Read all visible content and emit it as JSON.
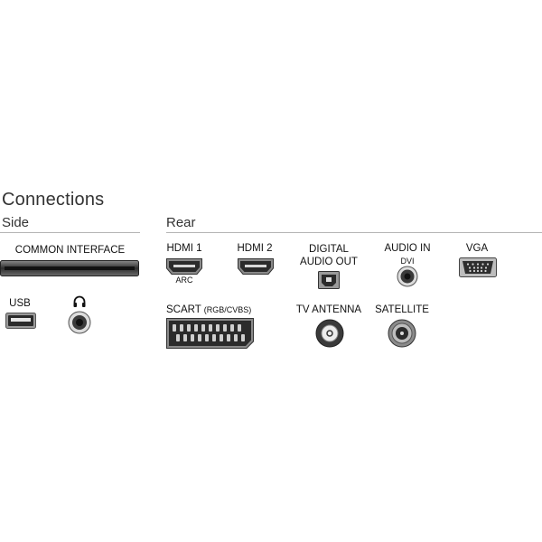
{
  "title": "Connections",
  "sections": {
    "side": "Side",
    "rear": "Rear"
  },
  "ports": {
    "common_interface": {
      "label": "COMMON INTERFACE"
    },
    "usb": {
      "label": "USB"
    },
    "headphones": {
      "label": "",
      "icon": "headphones-icon"
    },
    "hdmi1": {
      "label": "HDMI 1",
      "sub": "ARC"
    },
    "hdmi2": {
      "label": "HDMI 2"
    },
    "digital_audio_out": {
      "label_line1": "DIGITAL",
      "label_line2": "AUDIO OUT"
    },
    "audio_in": {
      "label": "AUDIO IN",
      "sub": "DVI"
    },
    "vga": {
      "label": "VGA"
    },
    "scart": {
      "label": "SCART",
      "sub": "(RGB/CVBS)"
    },
    "tv_antenna": {
      "label": "TV ANTENNA"
    },
    "satellite": {
      "label": "SATELLITE"
    }
  },
  "colors": {
    "port_dark": "#3a3a3a",
    "port_light": "#cfcfcf",
    "rule": "#b5b5b5"
  }
}
